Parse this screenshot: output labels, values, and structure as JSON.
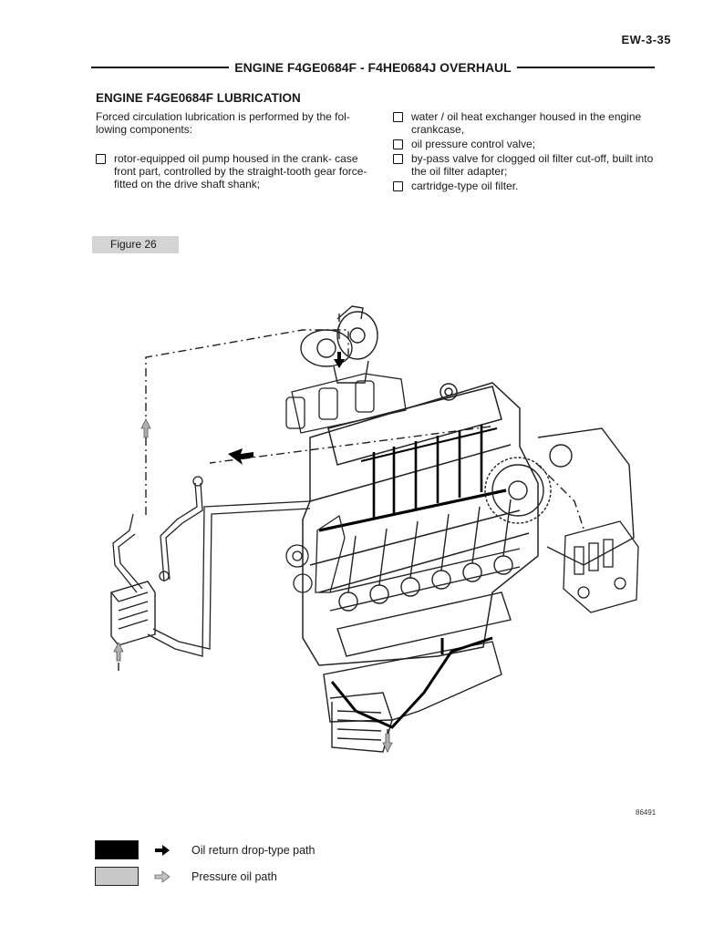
{
  "page": {
    "number": "EW-3-35"
  },
  "header": {
    "title": "ENGINE F4GE0684F - F4HE0684J OVERHAUL"
  },
  "section": {
    "title": "ENGINE F4GE0684F LUBRICATION",
    "intro": "Forced circulation lubrication is performed by the fol- lowing components:",
    "left_items": [
      "rotor-equipped oil pump housed in the crank- case front part, controlled by the straight-tooth gear force-fitted on the drive shaft shank;"
    ],
    "right_items": [
      "water / oil heat exchanger housed in the engine crankcase,",
      "oil pressure control valve;",
      "by-pass valve for clogged oil filter cut-off, built into the oil filter adapter;",
      "cartridge-type oil filter."
    ]
  },
  "figure": {
    "label": "Figure 26",
    "ref_code": "86491"
  },
  "legend": [
    {
      "label": "Oil return drop-type path",
      "swatch_color": "#000000",
      "arrow_color": "#000000"
    },
    {
      "label": "Pressure oil path",
      "swatch_color": "#c8c8c8",
      "arrow_color": "#b0b0b0"
    }
  ]
}
